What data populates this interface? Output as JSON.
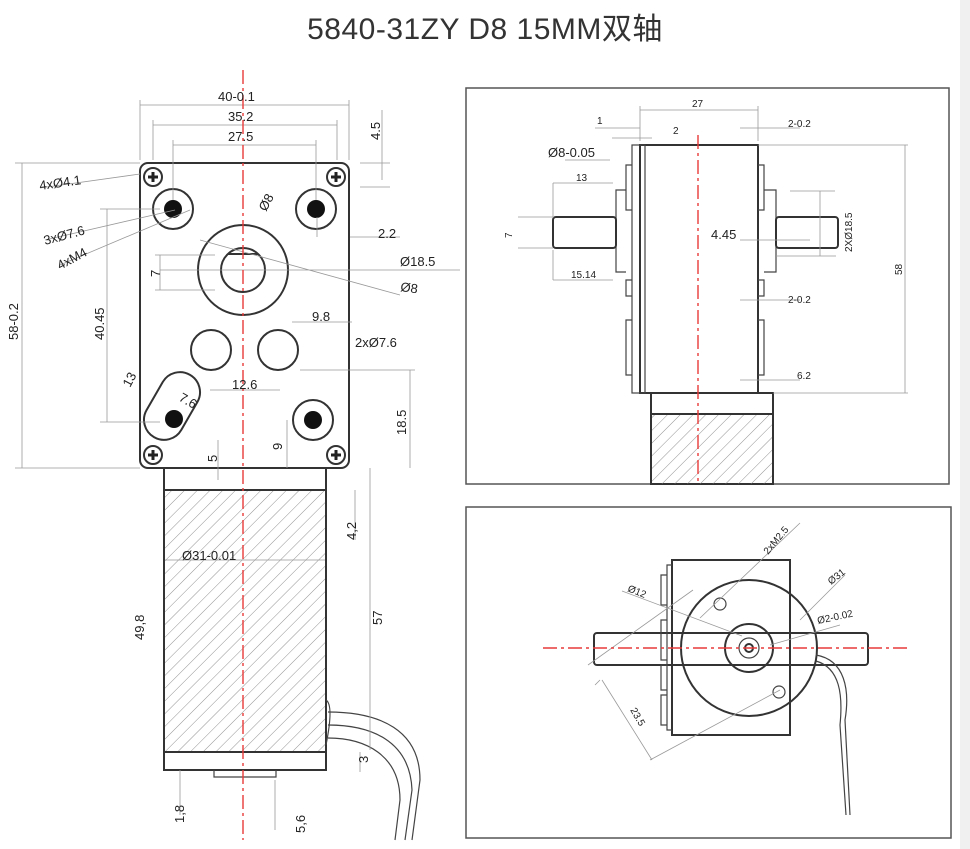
{
  "title": "5840-31ZY D8 15MM双轴",
  "front_view": {
    "width_total": "40-0.1",
    "hole_span": "35.2",
    "mount_span": "27.5",
    "top_offset": "4.5",
    "screw_holes": "4xØ4.1",
    "bosses": "3xØ7.6",
    "threads": "4xM4",
    "shaft_dia": "Ø8",
    "boss_dia": "Ø18.5",
    "bore_dia": "Ø8",
    "edge_offset": "2.2",
    "flat": "7",
    "height_total": "58-0.2",
    "height_to_center": "40.45",
    "side_hole_offset": "9.8",
    "holes_pair": "2xØ7.6",
    "slot_len": "13",
    "slot_width": "7.6",
    "holes_spacing": "12.6",
    "bottom_hole_height": "18.5",
    "bottom_offset_9": "9",
    "bottom_offset_5": "5",
    "motor_dia": "Ø31-0.01",
    "motor_len": "49,8",
    "offset_42": "4,2",
    "overall_motor": "57",
    "cap": "3",
    "boss_h": "1,8",
    "shaft_end": "5,6"
  },
  "side_view": {
    "width": "27",
    "d1": "1",
    "d2": "2",
    "tol_top": "2-0.2",
    "shaft": "Ø8-0.05",
    "len13": "13",
    "flat7": "7",
    "len1514": "15.14",
    "offset445": "4.45",
    "boss2x": "2XØ18.5",
    "height58": "58",
    "tol_mid": "2-0.2",
    "d62": "6.2"
  },
  "end_view": {
    "threads": "2xM2.5",
    "motor_dia": "Ø31",
    "hub_dia": "Ø12",
    "shaft_dia": "Ø2-0.02",
    "hole_span": "23.5"
  }
}
